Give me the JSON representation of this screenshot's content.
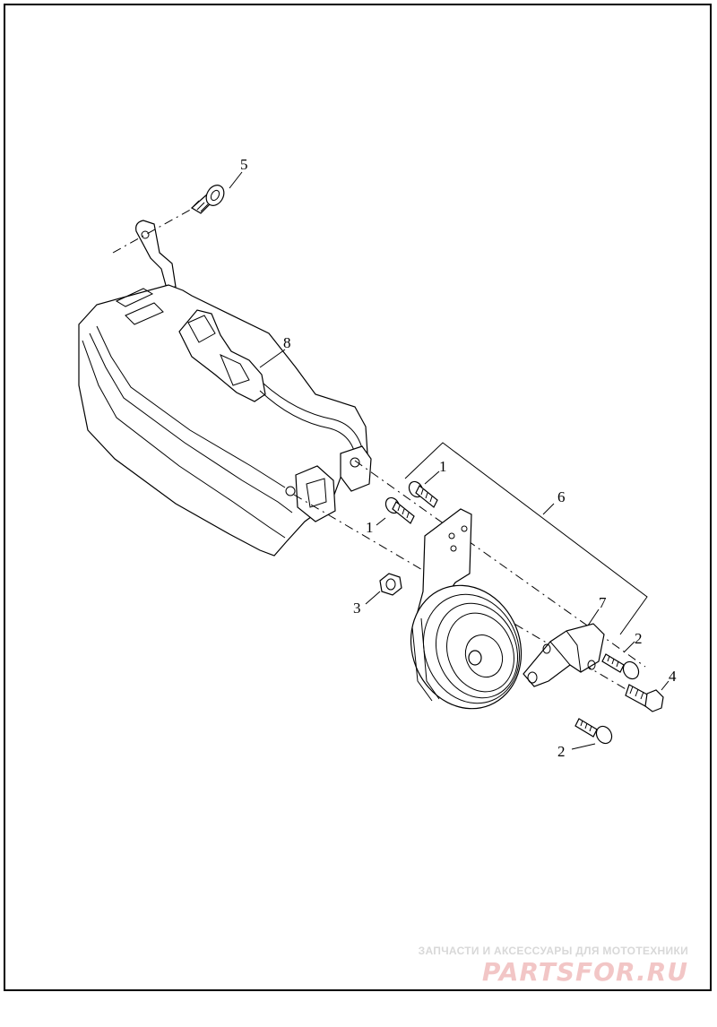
{
  "diagram": {
    "callouts": {
      "c1a": "1",
      "c1b": "1",
      "c2a": "2",
      "c2b": "2",
      "c3": "3",
      "c4": "4",
      "c5": "5",
      "c6": "6",
      "c7": "7",
      "c8": "8"
    }
  },
  "watermark": {
    "tagline": "ЗАПЧАСТИ И АКСЕССУАРЫ ДЛЯ МОТОТЕХНИКИ",
    "logo": "PARTSFOR.RU"
  }
}
